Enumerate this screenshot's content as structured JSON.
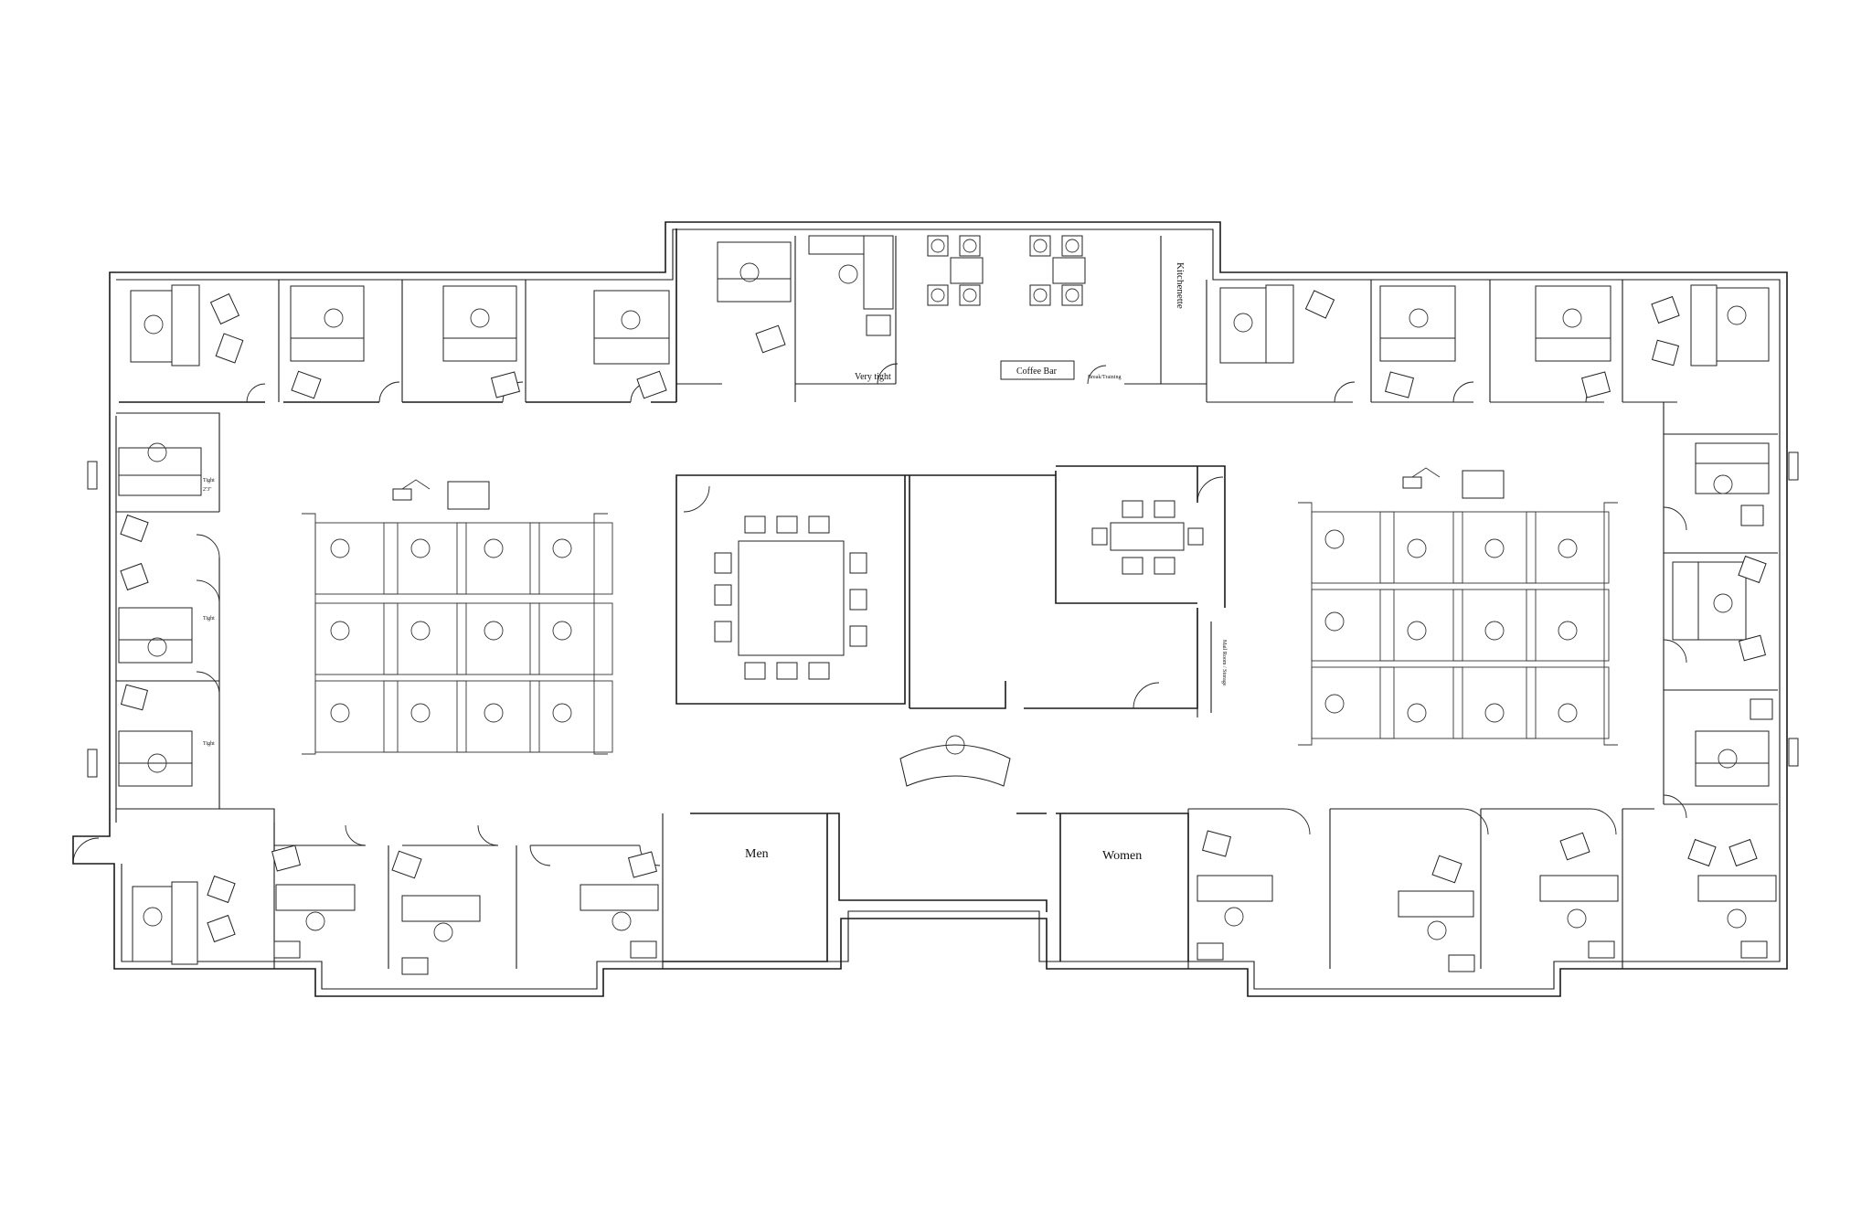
{
  "labels": {
    "kitchenette": "Kitchenette",
    "coffee_bar": "Coffee Bar",
    "very_tight": "Very tight",
    "break_training": "Break/Training",
    "men": "Men",
    "women": "Women",
    "tight_1": "Tight",
    "tight_1_dim": "2'3\"",
    "tight_2": "Tight",
    "tight_3": "Tight",
    "mail_room": "Mail Room / Storage"
  },
  "colors": {
    "line": "#1a1a1a",
    "background": "#ffffff"
  }
}
